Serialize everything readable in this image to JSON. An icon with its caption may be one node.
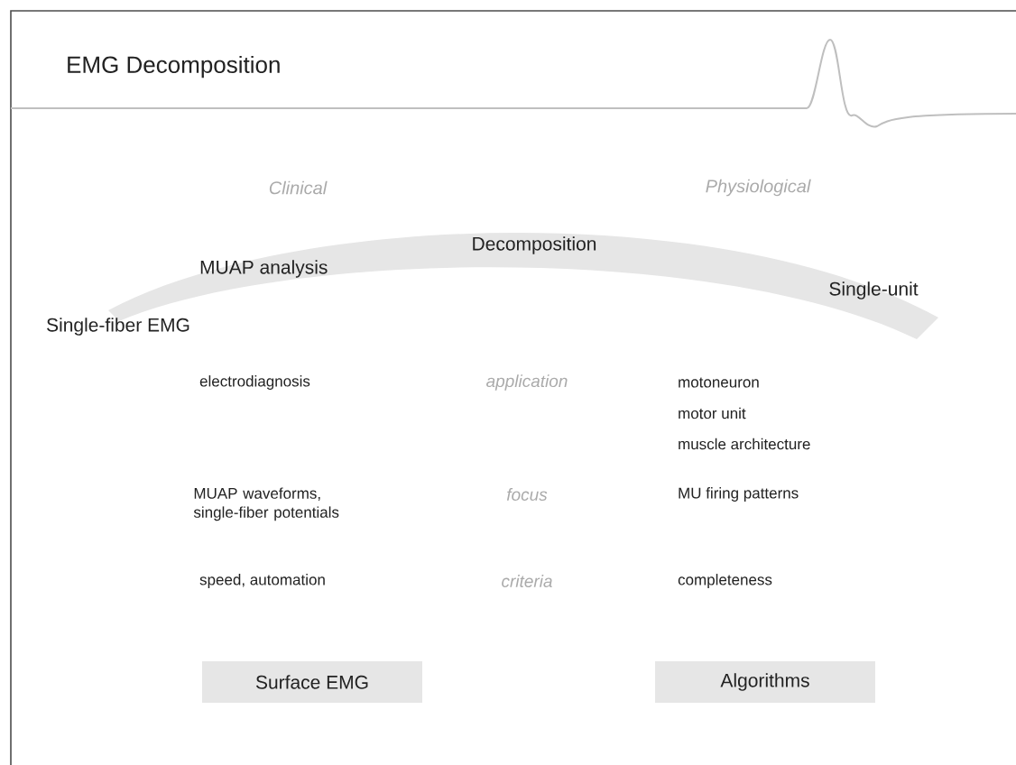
{
  "diagram": {
    "title": "EMG Decomposition",
    "nodes": [
      {
        "text": [
          "Surface EMG"
        ]
      },
      {
        "text": [
          "Algorithms"
        ]
      }
    ],
    "labels": [
      "Clinical",
      "Physiological",
      "Decomposition",
      "MUAP analysis",
      "Single-unit",
      "Single-fiber EMG",
      "electrodiagnosis",
      "application",
      "motoneuron",
      "motor unit",
      "muscle architecture",
      "MUAP waveforms, single-fiber potentials",
      "focus",
      "MU firing patterns",
      "speed, automation",
      "criteria",
      "completeness"
    ]
  }
}
